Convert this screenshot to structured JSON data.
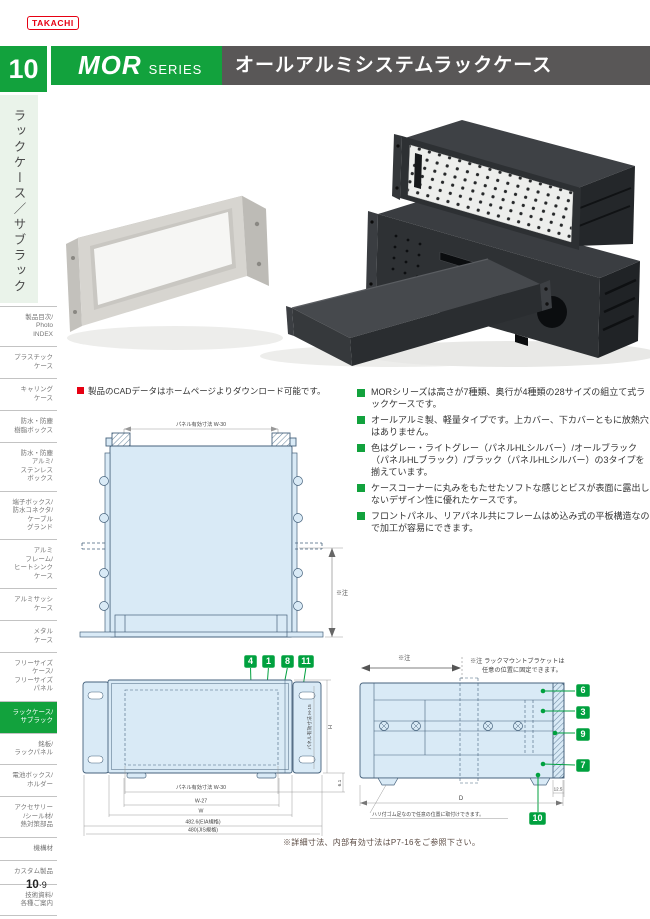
{
  "brand": {
    "logo_text": "TAKACHI"
  },
  "header": {
    "chapter_number": "10",
    "series_name": "MOR",
    "series_suffix": "SERIES",
    "title": "オールアルミシステムラックケース"
  },
  "sidebar": {
    "tab_label": "ラックケース／サブラック",
    "items": [
      "製品目次/\nPhoto\nINDEX",
      "プラスチック\nケース",
      "キャリング\nケース",
      "防水・防塵\n樹脂ボックス",
      "防水・防塵\nアルミ/\nステンレス\nボックス",
      "端子ボックス/\n防水コネクタ/\nケーブル\nグランド",
      "アルミ\nフレーム/\nヒートシンク\nケース",
      "アルミサッシ\nケース",
      "メタル\nケース",
      "フリーサイズ\nケース/\nフリーサイズ\nパネル",
      "ラックケース/\nサブラック",
      "銘板/\nラックパネル",
      "電池ボックス/\nホルダー",
      "アクセサリー\n/シール材/\n熱対策部品",
      "機構材",
      "カスタム製品",
      "技術資料/\n各種ご案内"
    ],
    "page_chapter": "10",
    "page_separator": "·",
    "page_number": "9"
  },
  "intro": {
    "cad_note": "製品のCADデータはホームページよりダウンロード可能です。"
  },
  "features": [
    "MORシリーズは高さが7種類、奥行が4種類の28サイズの組立て式ラックケースです。",
    "オールアルミ製、軽量タイプです。上カバー、下カバーともに放熱穴はありません。",
    "色はグレー・ライトグレー（パネルHLシルバー）/オールブラック（パネルHLブラック）/ブラック（パネルHLシルバー）の3タイプを揃えています。",
    "ケースコーナーに丸みをもたせたソフトな感じとビスが表面に露出しないデザイン性に優れたケースです。",
    "フロントパネル、リアパネル共にフレームはめ込み式の平板構造なので加工が容易にできます。"
  ],
  "drawings": {
    "rear": {
      "dim_top": "パネル有効寸法 W-30",
      "note_mark": "※注"
    },
    "front": {
      "badges": [
        "4",
        "1",
        "8",
        "11"
      ],
      "dim_w30": "パネル有効寸法 W-30",
      "dim_w27": "W-27",
      "dim_w": "W",
      "dim_eia": "482.6(EIA規格)",
      "dim_jis": "480(JIS規格)",
      "dim_h15": "パネル有効寸法 H-15",
      "dim_h": "H",
      "dim_61": "6.1"
    },
    "side": {
      "badges": [
        "6",
        "3",
        "9",
        "7",
        "10"
      ],
      "note_mark": "※注",
      "note_line1": "※注 ラックマウントブラケットは",
      "note_line2": "任意の位置に固定できます。",
      "dim_d": "D",
      "dim_125": "12.5",
      "callout": "ハリ付ゴム足なので任意の位置に取付けできます。"
    },
    "footnote": "※詳細寸法、内部有効寸法はP7-16をご参照下さい。"
  },
  "colors": {
    "accent_green": "#12a23d",
    "badge_green": "#00a13f",
    "title_gray": "#595757",
    "brand_red": "#e60012",
    "drawing_fill": "#d9eaf6",
    "drawing_line": "#46627c"
  }
}
